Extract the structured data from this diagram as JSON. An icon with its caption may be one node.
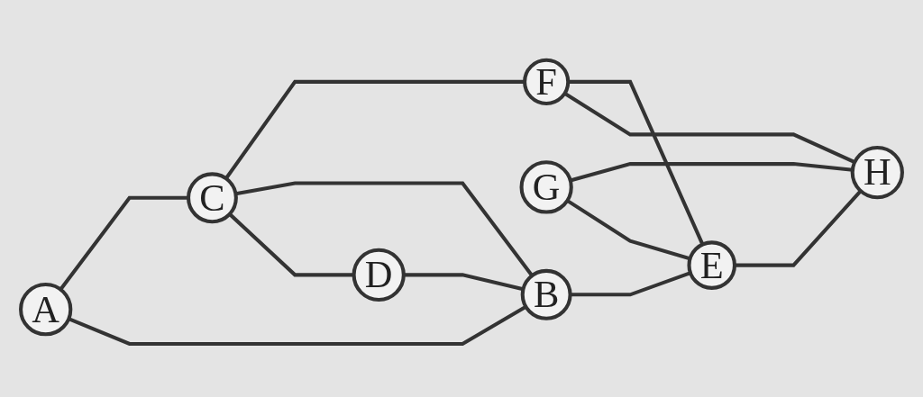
{
  "diagram": {
    "nodes": [
      {
        "text": [
          "C"
        ]
      },
      {
        "text": [
          "F"
        ]
      },
      {
        "text": [
          "A"
        ]
      },
      {
        "text": [
          "D"
        ]
      },
      {
        "text": [
          "G"
        ]
      },
      {
        "text": [
          "H"
        ]
      },
      {
        "text": [
          "B"
        ]
      },
      {
        "text": [
          "E"
        ]
      }
    ],
    "edges": [
      {
        "from": 2,
        "to": 0,
        "arrow": "none"
      },
      {
        "from": 2,
        "to": 6,
        "arrow": "none"
      },
      {
        "from": 0,
        "to": 1,
        "arrow": "none"
      },
      {
        "from": 0,
        "to": 6,
        "arrow": "none"
      },
      {
        "from": 0,
        "to": 3,
        "arrow": "none"
      },
      {
        "from": 3,
        "to": 6,
        "arrow": "none"
      },
      {
        "from": 6,
        "to": 7,
        "arrow": "none"
      },
      {
        "from": 1,
        "to": 7,
        "arrow": "none"
      },
      {
        "from": 1,
        "to": 5,
        "arrow": "none"
      },
      {
        "from": 4,
        "to": 5,
        "arrow": "none"
      },
      {
        "from": 4,
        "to": 7,
        "arrow": "none"
      },
      {
        "from": 7,
        "to": 5,
        "arrow": "none"
      }
    ]
  }
}
